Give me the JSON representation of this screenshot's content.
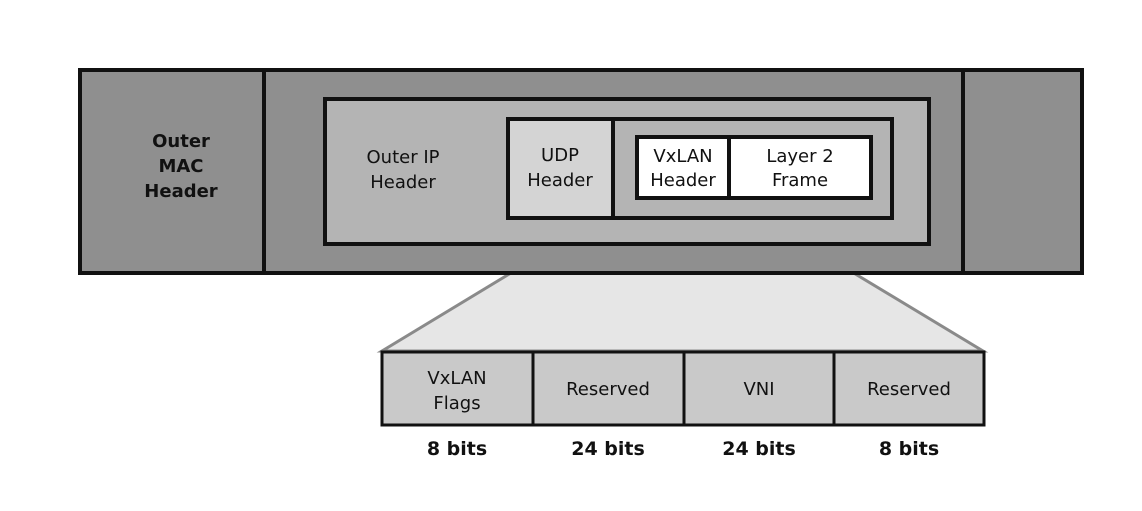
{
  "colors": {
    "outer_frame_fill": "#8f8f8f",
    "ip_fill": "#b4b4b4",
    "udp_fill": "#d4d4d4",
    "vxlan_fill": "#ffffff",
    "zoom_fill": "#e6e6e6",
    "field_fill": "#c9c9c9",
    "stroke": "#111111"
  },
  "packet": {
    "outer_mac": [
      "Outer",
      "MAC",
      "Header"
    ],
    "outer_ip": [
      "Outer IP",
      "Header"
    ],
    "udp": [
      "UDP",
      "Header"
    ],
    "vxlan": [
      "VxLAN",
      "Header"
    ],
    "layer2": [
      "Layer 2",
      "Frame"
    ]
  },
  "vxlan_header": {
    "fields": [
      {
        "label": [
          "VxLAN",
          "Flags"
        ],
        "bits": "8 bits"
      },
      {
        "label": [
          "Reserved"
        ],
        "bits": "24 bits"
      },
      {
        "label": [
          "VNI"
        ],
        "bits": "24 bits"
      },
      {
        "label": [
          "Reserved"
        ],
        "bits": "8 bits"
      }
    ]
  }
}
